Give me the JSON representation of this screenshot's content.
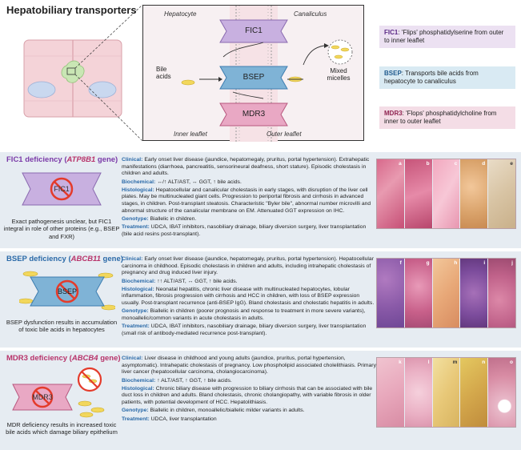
{
  "title": "Hepatobiliary transporters",
  "zoom": {
    "hepatocyte": "Hepatocyte",
    "canaliculus": "Canaliculus",
    "fic1": "FIC1",
    "bsep": "BSEP",
    "mdr3": "MDR3",
    "bile_acids": "Bile acids",
    "mixed_micelles": "Mixed micelles",
    "inner_leaflet": "Inner leaflet",
    "outer_leaflet": "Outer leaflet"
  },
  "legend": [
    {
      "name": "FIC1",
      "text": ": 'Flips' phosphatidylserine from outer to inner leaflet",
      "color": "#e8dcef"
    },
    {
      "name": "BSEP",
      "text": ": Transports bile acids from hepatocyte to canaliculus",
      "color": "#d8e9f2"
    },
    {
      "name": "MDR3",
      "text": ": 'Flops' phosphatidylcholine from inner to outer leaflet",
      "color": "#f3dde6"
    }
  ],
  "sections": [
    {
      "title": "FIC1 deficiency (",
      "gene": "ATP8B1",
      "title_end": " gene)",
      "color": "#7b3aa8",
      "label": "FIC1",
      "note": "Exact pathogenesis unclear, but FIC1 integral in role of other proteins (e.g., BSEP and FXR)",
      "clinical": "Early onset liver disease (jaundice, hepatomegaly, pruritus, portal hypertension). Extrahepatic manifestations (diarrhoea, pancreatitis, sensorineural deafness, short stature). Episodic cholestasis in children and adults.",
      "biochemical": "↔/↑ ALT/AST, ↔ GGT, ↑ bile acids.",
      "histological": "Hepatocellular and canalicular cholestasis in early stages, with disruption of the liver cell plates. May be multinucleated giant cells. Progression to periportal fibrosis and cirrhosis in advanced stages, in children. Post-transplant steatosis. Characteristic \"Byler bile\", abnormal number microvilli and abnormal structure of the canalicular membrane on EM. Attenuated GGT expression on IHC.",
      "genotype": "Biallelic in children.",
      "treatment": "UDCA, IBAT inhibitors, nasobiliary drainage, biliary diversion surgery, liver transplantation (bile acid resins post-transplant).",
      "panels": [
        "a",
        "b",
        "c",
        "d",
        "e"
      ]
    },
    {
      "title": "BSEP deficiency (",
      "gene": "ABCB11",
      "title_end": " gene)",
      "color": "#2b6aa8",
      "label": "BSEP",
      "note": "BSEP dysfunction results in accumulation of toxic bile acids in hepatocytes",
      "clinical": "Early onset liver disease (jaundice, hepatomegaly, pruritus, portal hypertension). Hepatocellular carcinoma in childhood. Episodic cholestasis in children and adults, including intrahepatic cholestasis of pregnancy and drug induced liver injury.",
      "biochemical": "↑↑ ALT/AST, ↔ GGT, ↑ bile acids.",
      "histological": "Neonatal hepatitis, chronic liver disease with multinucleated hepatocytes, lobular inflammation, fibrosis progression with cirrhosis and HCC in children, with loss of BSEP expression usually. Post-transplant recurrence (anti-BSEP IgG). Bland cholestasis and cholestatic hepatitis in adults.",
      "genotype": "Biallelic in children (poorer prognosis and response to treatment in more severe variants), monoallelic/common variants in acute cholestasis in adults.",
      "treatment": "UDCA, IBAT inhibitors, nasobiliary drainage, biliary diversion surgery, liver transplantation (small risk of antibody-mediated recurrence post-transplant).",
      "panels": [
        "f",
        "g",
        "h",
        "i",
        "j"
      ]
    },
    {
      "title": "MDR3 deficiency (",
      "gene": "ABCB4",
      "title_end": " gene)",
      "color": "#b8336a",
      "label": "MDR3",
      "note": "MDR deficiency results in increased toxic bile acids which damage biliary epithelium",
      "clinical": "Liver disease in childhood and young adults (jaundice, pruritus, portal hypertension, asymptomatic). Intrahepatic cholestasis of pregnancy. Low phospholipid associated cholelithiasis. Primary liver cancer (hepatocellular carcinoma, cholangiocarcinoma).",
      "biochemical": "↑ ALT/AST, ↑ GGT, ↑ bile acids.",
      "histological": "Chronic biliary disease with progression to biliary cirrhosis that can be associated with bile duct loss in children and adults. Bland cholestasis, chronic cholangiopathy, with variable fibrosis in older patients, with potential development of HCC. Hepatolithiasis.",
      "genotype": "Biallelic in children, monoallelic/biallelic milder variants in adults.",
      "treatment": "UDCA, liver transplantation",
      "panels": [
        "k",
        "l",
        "m",
        "n",
        "o"
      ]
    }
  ],
  "labels": {
    "clinical": "Clinical:",
    "biochemical": "Biochemical:",
    "histological": "Histological:",
    "genotype": "Genotype:",
    "treatment": "Treatment:"
  }
}
